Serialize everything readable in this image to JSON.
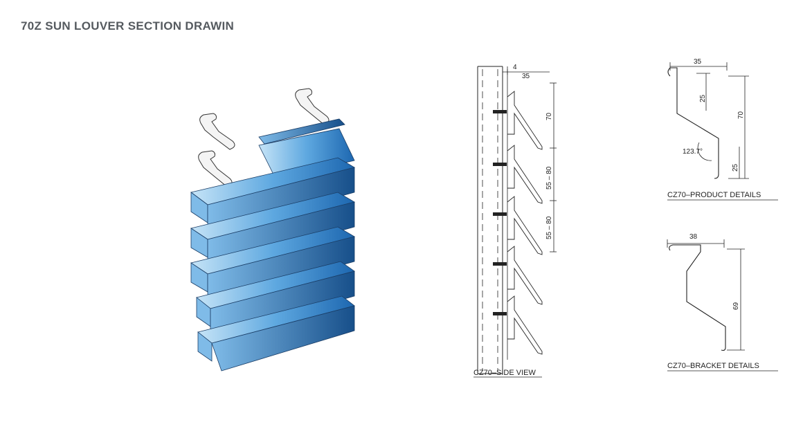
{
  "title": "70Z SUN LOUVER SECTION DRAWIN",
  "colors": {
    "louver_light": "#bfe0f5",
    "louver_dark": "#1f6fb8",
    "line": "#222222"
  },
  "side_view": {
    "caption": "CZ70–SIDE VIEW",
    "dim_gap": "4",
    "dim_width": "35",
    "dim_height": "70",
    "dim_pitch_1": "55 – 80",
    "dim_pitch_2": "55 – 80"
  },
  "product_details": {
    "caption": "CZ70–PRODUCT DETAILS",
    "dim_width": "35",
    "dim_top": "25",
    "dim_height": "70",
    "dim_angle": "123.7°",
    "dim_bottom": "25"
  },
  "bracket_details": {
    "caption": "CZ70–BRACKET DETAILS",
    "dim_width": "38",
    "dim_height": "69"
  }
}
